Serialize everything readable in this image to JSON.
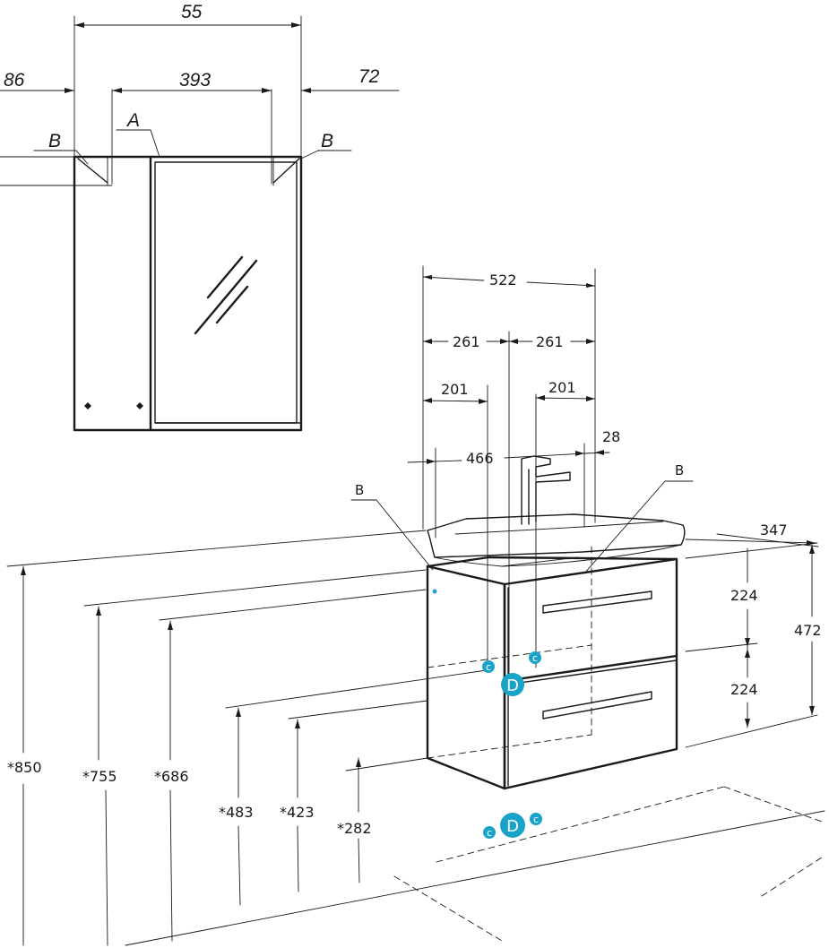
{
  "mirror_cabinet": {
    "dim_total_width": "55",
    "dim_left_offset": "86",
    "dim_mirror_width": "393",
    "dim_right_offset": "72",
    "label_a": "A",
    "label_b_left": "B",
    "label_b_right": "B"
  },
  "vanity": {
    "dim_width_522": "522",
    "dim_half_left_261": "261",
    "dim_half_right_261": "261",
    "dim_left_201": "201",
    "dim_right_201": "201",
    "dim_inner_466": "466",
    "dim_28": "28",
    "dim_depth_347": "347",
    "dim_drawer_top_224": "224",
    "dim_drawer_bottom_224": "224",
    "dim_height_472": "472",
    "label_b_left": "B",
    "label_b_right": "B",
    "height_850": "*850",
    "height_755": "*755",
    "height_686": "*686",
    "height_483": "*483",
    "height_423": "*423",
    "height_282": "*282"
  },
  "markers": {
    "c_small": "c",
    "d_large": "D"
  },
  "colors": {
    "line": "#1a1a1a",
    "marker": "#1aa3c9",
    "background": "#ffffff"
  }
}
